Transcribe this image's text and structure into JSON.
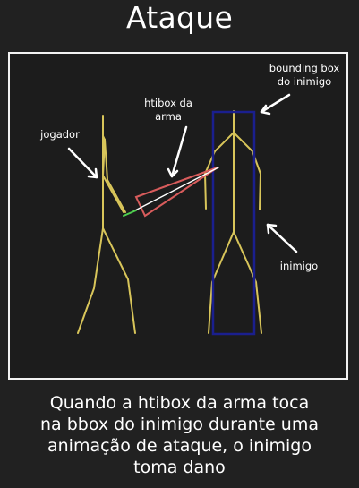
{
  "title": "Ataque",
  "labels": {
    "player": "jogador",
    "hitbox": [
      "htibox da",
      "arma"
    ],
    "bbox": [
      "bounding box",
      "do inimigo"
    ],
    "enemy": "inimigo"
  },
  "caption": "Quando a htibox da arma toca\nna bbox do inimigo durante uma\nanimação de ataque, o inimigo\ntoma dano",
  "colors": {
    "background": "#212121",
    "frame": "#f2f2f2",
    "stickman": "#d8c55a",
    "bounding_box": "#1a1f8e",
    "hitbox": "#d85c5c",
    "weapon": "#ffffff",
    "handle": "#4fd04f",
    "text": "#ffffff"
  }
}
